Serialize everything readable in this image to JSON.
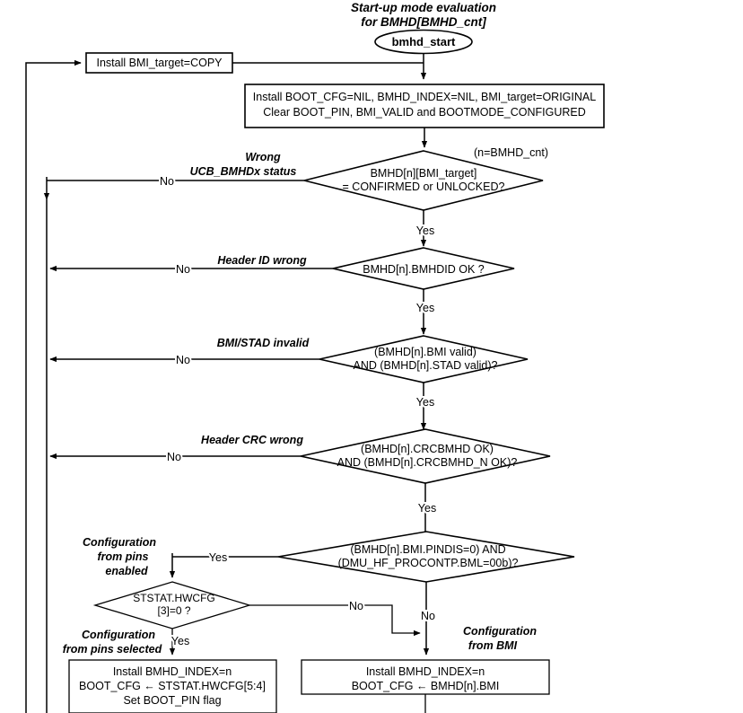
{
  "diagram": {
    "title_line1": "Start-up mode evaluation",
    "title_line2": "for BMHD[BMHD_cnt]",
    "terminal": "bmhd_start",
    "note_n": "(n=BMHD_cnt)",
    "boxes": {
      "install_copy": "Install BMI_target=COPY",
      "install_defaults_line1": "Install BOOT_CFG=NIL, BMHD_INDEX=NIL, BMI_target=ORIGINAL",
      "install_defaults_line2": "Clear BOOT_PIN, BMI_VALID and BOOTMODE_CONFIGURED",
      "install_pins_line1": "Install BMHD_INDEX=n",
      "install_pins_line2": "BOOT_CFG ←  STSTAT.HWCFG[5:4]",
      "install_pins_line3": "Set BOOT_PIN flag",
      "install_bmi_line1": "Install BMHD_INDEX=n",
      "install_bmi_line2": "BOOT_CFG ← BMHD[n].BMI"
    },
    "decisions": {
      "ucb_status_line1": "BMHD[n][BMI_target]",
      "ucb_status_line2": "= CONFIRMED or UNLOCKED?",
      "header_id": "BMHD[n].BMHDID OK ?",
      "bmi_stad_line1": "(BMHD[n].BMI valid)",
      "bmi_stad_line2": "AND (BMHD[n].STAD valid)?",
      "crc_line1": "(BMHD[n].CRCBMHD OK)",
      "crc_line2": "AND (BMHD[n].CRCBMHD_N OK)?",
      "pindis_line1": "(BMHD[n].BMI.PINDIS=0) AND",
      "pindis_line2": "(DMU_HF_PROCONTP.BML=00b)?",
      "hwcfg_line1": "STSTAT.HWCFG",
      "hwcfg_line2": "[3]=0 ?"
    },
    "annotations": {
      "wrong_ucb_line1": "Wrong",
      "wrong_ucb_line2": "UCB_BMHDx status",
      "header_id_wrong": "Header ID wrong",
      "bmi_stad_invalid": "BMI/STAD invalid",
      "header_crc_wrong": "Header CRC wrong",
      "config_pins_enabled_line1": "Configuration",
      "config_pins_enabled_line2": "from pins",
      "config_pins_enabled_line3": "enabled",
      "config_pins_selected_line1": "Configuration",
      "config_pins_selected_line2": "from pins selected",
      "config_bmi_line1": "Configuration",
      "config_bmi_line2": "from BMI"
    },
    "edge_labels": {
      "no_ucb": "No",
      "no_header_id": "No",
      "no_bmi_stad": "No",
      "no_crc": "No",
      "yes_ucb": "Yes",
      "yes_header_id": "Yes",
      "yes_bmi_stad": "Yes",
      "yes_crc": "Yes",
      "yes_pindis": "Yes",
      "no_hwcfg": "No",
      "no_pindis": "No",
      "yes_hwcfg": "Yes"
    },
    "colors": {
      "stroke": "#000000",
      "fill": "#ffffff",
      "background": "#ffffff"
    }
  }
}
